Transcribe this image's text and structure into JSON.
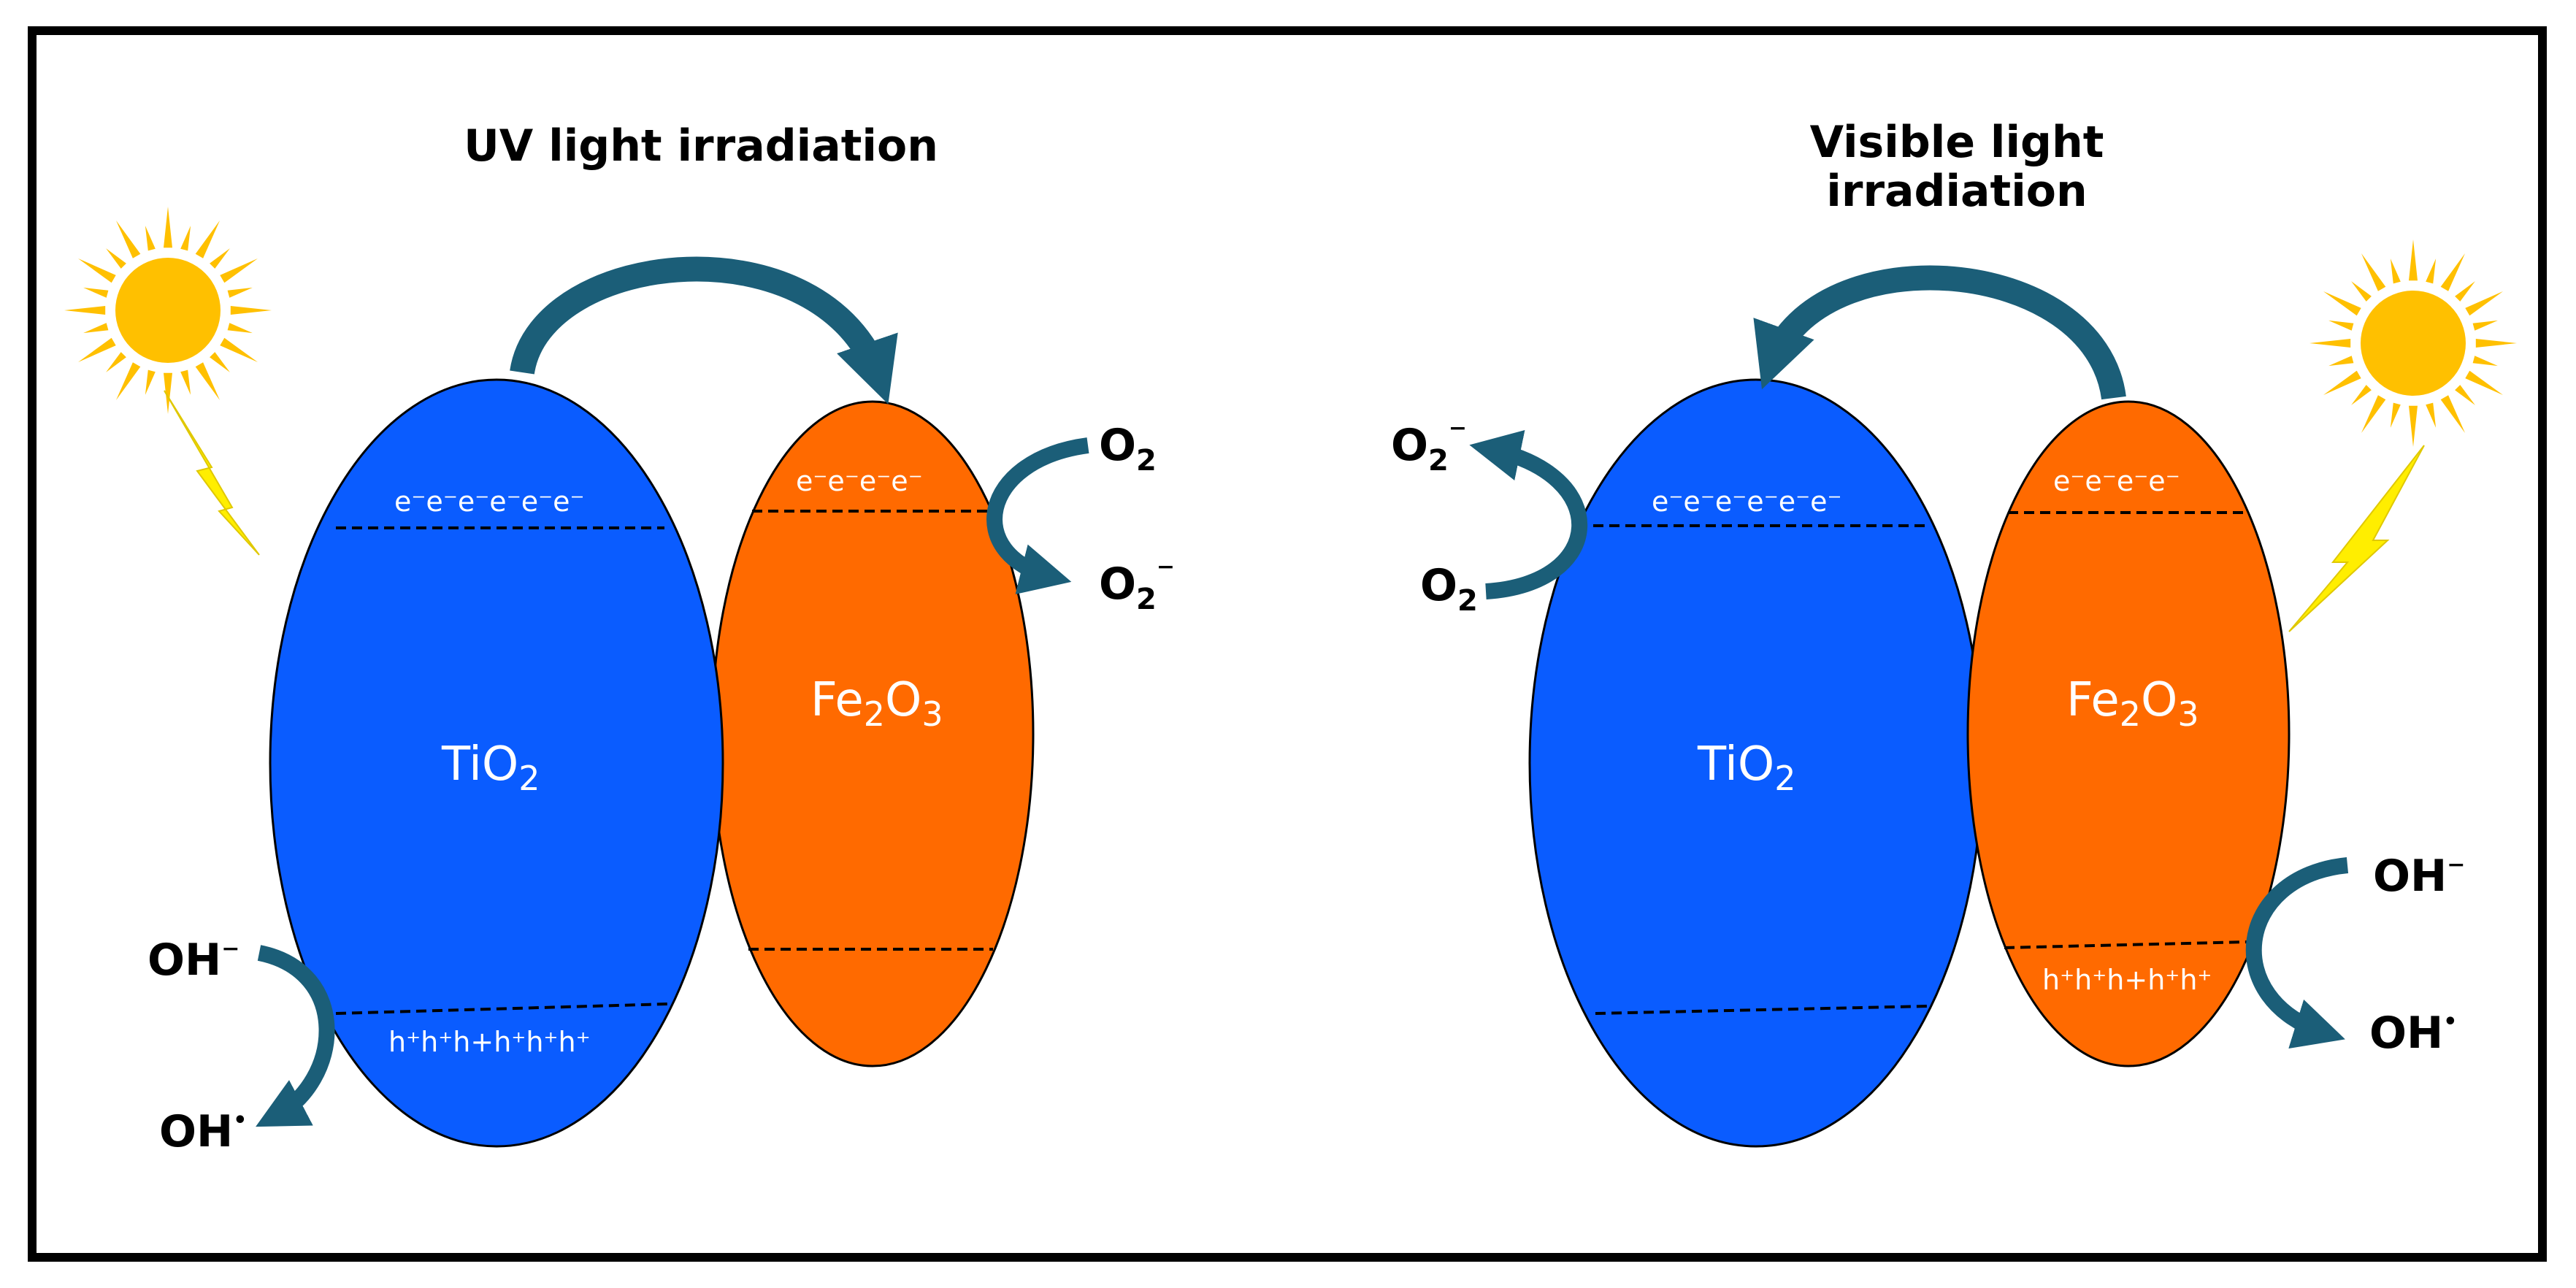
{
  "panels": [
    {
      "title_lines": [
        "UV light irradiation"
      ],
      "tio2": {
        "label_main": "TiO",
        "label_sub": "2",
        "cb_text": "e⁻e⁻e⁻e⁻e⁻e⁻",
        "vb_text": "h⁺h⁺h+h⁺h⁺h⁺"
      },
      "fe2o3": {
        "label_a": "Fe",
        "label_sub_a": "2",
        "label_b": "O",
        "label_sub_b": "3",
        "cb_text": "e⁻e⁻e⁻e⁻",
        "vb_text": ""
      },
      "o2_in": {
        "main": "O",
        "sub": "2",
        "sup": ""
      },
      "o2_out": {
        "main": "O",
        "sub": "2",
        "sup": "−"
      },
      "oh_in": {
        "main": "OH",
        "sup": "−"
      },
      "oh_out": {
        "main": "OH",
        "sup": "•"
      }
    },
    {
      "title_lines": [
        "Visible light",
        "irradiation"
      ],
      "tio2": {
        "label_main": "TiO",
        "label_sub": "2",
        "cb_text": "e⁻e⁻e⁻e⁻e⁻e⁻",
        "vb_text": ""
      },
      "fe2o3": {
        "label_a": "Fe",
        "label_sub_a": "2",
        "label_b": "O",
        "label_sub_b": "3",
        "cb_text": "e⁻e⁻e⁻e⁻",
        "vb_text": "h⁺h⁺h+h⁺h⁺"
      },
      "o2_in": {
        "main": "O",
        "sub": "2",
        "sup": ""
      },
      "o2_out": {
        "main": "O",
        "sub": "2",
        "sup": "−"
      },
      "oh_in": {
        "main": "OH",
        "sup": "−"
      },
      "oh_out": {
        "main": "OH",
        "sup": "•"
      }
    }
  ],
  "colors": {
    "tio2": "#0a5cff",
    "fe2o3": "#ff6a00",
    "arrow": "#1b5e78",
    "sun": "#ffc000",
    "bolt": "#ffee00"
  },
  "icons": [
    "sun-icon",
    "lightning-icon",
    "curved-arrow-icon"
  ]
}
